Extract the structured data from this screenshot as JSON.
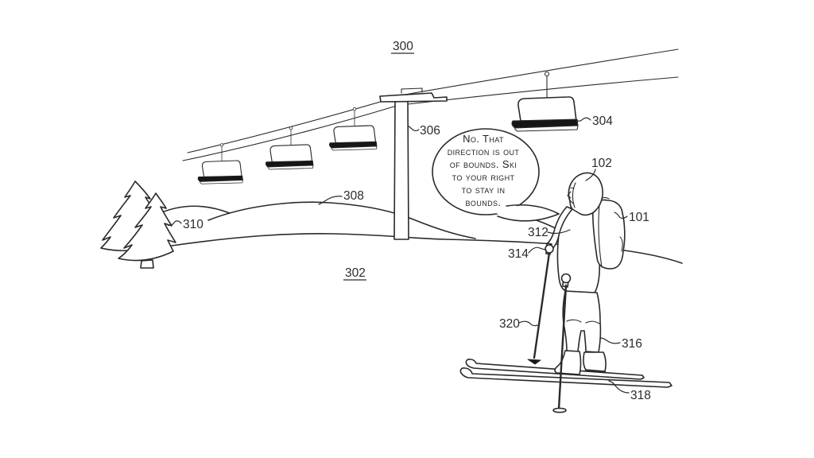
{
  "figure": {
    "background": "#ffffff",
    "ink_color": "#2a2a2a",
    "fig_number": "300",
    "ground_number": "302",
    "speech_bubble": {
      "lines": [
        "No. That",
        "direction is out",
        "of bounds. Ski",
        "to your right",
        "to stay in",
        "bounds."
      ]
    },
    "labels": {
      "chair": "304",
      "tower": "306",
      "slope": "308",
      "trees": "310",
      "head": "102",
      "backpack": "101",
      "torso": "312",
      "hand": "314",
      "leg": "316",
      "ski": "318",
      "pole": "320"
    }
  }
}
